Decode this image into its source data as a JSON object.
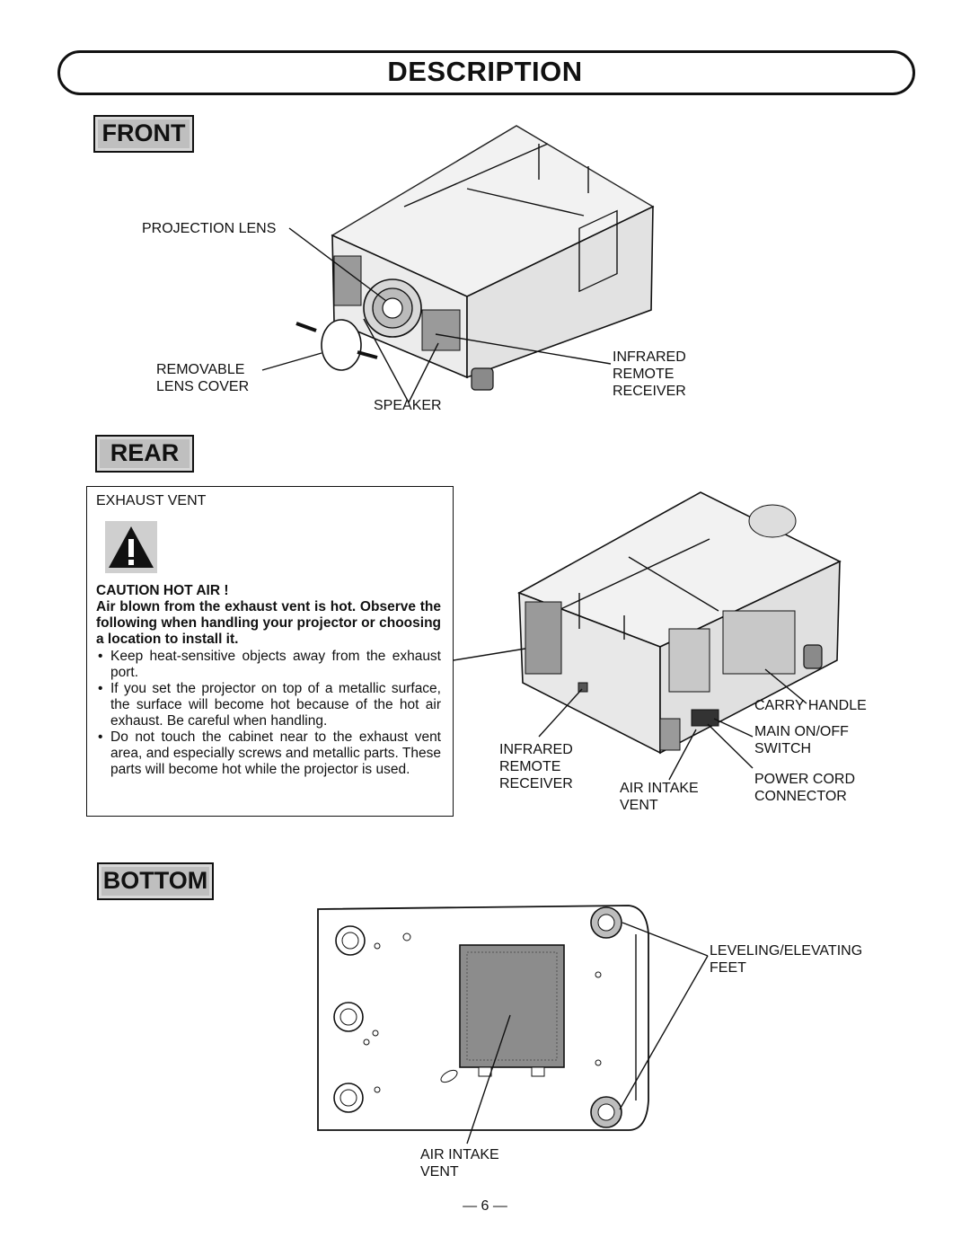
{
  "header": {
    "title": "DESCRIPTION"
  },
  "front": {
    "tab": "FRONT",
    "labels": {
      "projection_lens": "PROJECTION LENS",
      "removable_lens_cover": [
        "REMOVABLE",
        "LENS COVER"
      ],
      "speaker": "SPEAKER",
      "infrared_remote_receiver": [
        "INFRARED",
        "REMOTE",
        "RECEIVER"
      ]
    }
  },
  "rear": {
    "tab": "REAR",
    "caution": {
      "heading": "EXHAUST VENT",
      "title": "CAUTION HOT AIR !",
      "intro": "Air blown from the exhaust vent is hot. Observe the following when handling your projector or choosing a location to install it.",
      "bullets": [
        "Keep heat-sensitive objects away from the exhaust port.",
        "If you set the projector on top of a metallic surface, the surface will become hot because of the hot air exhaust. Be careful when handling.",
        "Do not touch the cabinet near to the exhaust vent area, and especially screws and metallic parts. These parts will become hot while the projector is used."
      ]
    },
    "labels": {
      "infrared_remote_receiver": [
        "INFRARED",
        "REMOTE",
        "RECEIVER"
      ],
      "air_intake_vent": [
        "AIR INTAKE",
        "VENT"
      ],
      "carry_handle": "CARRY HANDLE",
      "main_on_off_switch": [
        "MAIN ON/OFF",
        "SWITCH"
      ],
      "power_cord_connector": [
        "POWER CORD",
        "CONNECTOR"
      ]
    }
  },
  "bottom": {
    "tab": "BOTTOM",
    "labels": {
      "leveling_elevating_feet": [
        "LEVELING/ELEVATING",
        "FEET"
      ],
      "air_intake_vent": [
        "AIR INTAKE",
        "VENT"
      ]
    }
  },
  "footer": {
    "page_number": "— 6 —"
  }
}
